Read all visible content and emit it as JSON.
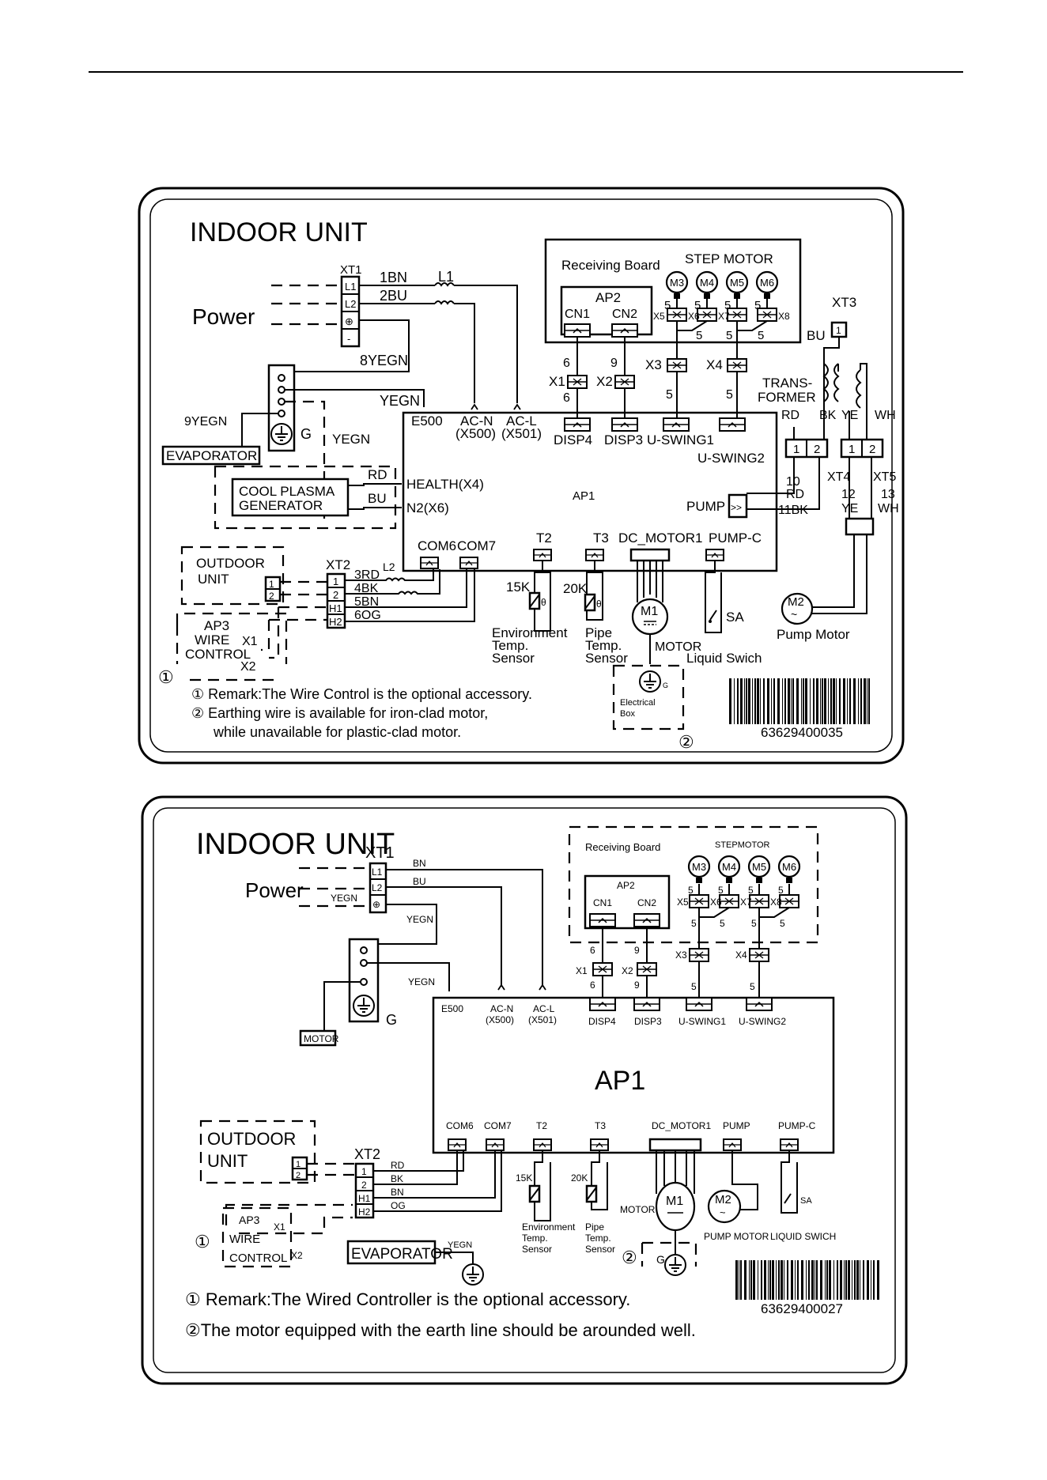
{
  "d1": {
    "title": "INDOOR UNIT",
    "power": "Power",
    "xt1": "XT1",
    "xt1_terms": [
      "L1",
      "L2",
      "⊕",
      "-"
    ],
    "wire_1bn": "1BN",
    "wire_2bu": "2BU",
    "l1": "L1",
    "wire_8yegn": "8YEGN",
    "wire_9yegn": "9YEGN",
    "yegn": "YEGN",
    "yegn2": "YEGN",
    "g": "G",
    "evaporator": "EVAPORATOR",
    "cool_plasma": [
      "COOL PLASMA",
      "GENERATOR"
    ],
    "rd": "RD",
    "bu": "BU",
    "health": "HEALTH(X4)",
    "n2": "N2(X6)",
    "e500": "E500",
    "acn": [
      "AC-N",
      "(X500)"
    ],
    "acl": [
      "AC-L",
      "(X501)"
    ],
    "receiving_board": "Receiving Board",
    "step_motor": "STEP MOTOR",
    "motors": [
      "M3",
      "M4",
      "M5",
      "M6"
    ],
    "ap2": "AP2",
    "cn1": "CN1",
    "cn2": "CN2",
    "x5": "X5",
    "x6": "X6",
    "x7": "X7",
    "x8": "X8",
    "x1": "X1",
    "x2": "X2",
    "x3": "X3",
    "x4": "X4",
    "five": "5",
    "six": "6",
    "nine": "9",
    "disp4": "DISP4",
    "disp3": "DISP3",
    "uswing1": "U-SWING1",
    "uswing2": "U-SWING2",
    "transformer": [
      "TRANS-",
      "FORMER"
    ],
    "xt3": "XT3",
    "bu_xt3": "BU",
    "rd2": "RD",
    "bk": "BK",
    "ye": "YE",
    "wh": "WH",
    "one": "1",
    "two": "2",
    "xt4": "XT4",
    "xt5": "XT5",
    "w10rd": [
      "10",
      "RD"
    ],
    "w11bk": "11BK",
    "w12ye": [
      "12",
      "YE"
    ],
    "w13wh": [
      "13",
      "WH"
    ],
    "ap1": "AP1",
    "pump": "PUMP",
    "com6": "COM6",
    "com7": "COM7",
    "t2": "T2",
    "t3": "T3",
    "dc_motor1": "DC_MOTOR1",
    "pump_c": "PUMP-C",
    "outdoor_unit": [
      "OUTDOOR",
      "UNIT"
    ],
    "xt2": "XT2",
    "xt2_terms": [
      "1",
      "2",
      "H1",
      "H2"
    ],
    "w3rd": "3RD",
    "w4bk": "4BK",
    "w5bn": "5BN",
    "w6og": "6OG",
    "l2": "L2",
    "ap3": [
      "AP3",
      "WIRE",
      "CONTROL"
    ],
    "x1b": "X1",
    "x2b": "X2",
    "circle1": "①",
    "circle2": "②",
    "k15": "15K",
    "k20": "20K",
    "env_sensor": [
      "Environment",
      "Temp.",
      "Sensor"
    ],
    "pipe_sensor": [
      "Pipe",
      "Temp.",
      "Sensor"
    ],
    "m1": "M1",
    "motor": "MOTOR",
    "sa": "SA",
    "liquid": "Liquid Swich",
    "m2": "M2",
    "pump_motor": "Pump Motor",
    "elec_box": [
      "Electrical",
      "Box"
    ],
    "remark1": "① Remark:The Wire Control is the optional accessory.",
    "remark2a": "② Earthing wire is available for iron-clad motor,",
    "remark2b": "while unavailable for plastic-clad motor.",
    "barcode": "63629400035"
  },
  "d2": {
    "title": "INDOOR UNIT",
    "power": "Power",
    "xt1": "XT1",
    "xt1_terms": [
      "L1",
      "L2",
      "⊕"
    ],
    "bn": "BN",
    "bu": "BU",
    "yegn": "YEGN",
    "yegn2": "YEGN",
    "yegn3": "YEGN",
    "yegn4": "YEGN",
    "g": "G",
    "motor_box": "MOTOR",
    "e500": "E500",
    "acn": [
      "AC-N",
      "(X500)"
    ],
    "acl": [
      "AC-L",
      "(X501)"
    ],
    "receiving_board": "Receiving Board",
    "step_motor": "STEPMOTOR",
    "motors": [
      "M3",
      "M4",
      "M5",
      "M6"
    ],
    "ap2": "AP2",
    "cn1": "CN1",
    "cn2": "CN2",
    "x5": "X5",
    "x6": "X6",
    "x7": "X7",
    "x8": "X8",
    "x1": "X1",
    "x2": "X2",
    "x3": "X3",
    "x4": "X4",
    "five": "5",
    "six": "6",
    "nine": "9",
    "disp4": "DISP4",
    "disp3": "DISP3",
    "uswing1": "U-SWING1",
    "uswing2": "U-SWING2",
    "ap1": "AP1",
    "com6": "COM6",
    "com7": "COM7",
    "t2": "T2",
    "t3": "T3",
    "dc_motor1": "DC_MOTOR1",
    "pump": "PUMP",
    "pump_c": "PUMP-C",
    "outdoor_unit": [
      "OUTDOOR",
      "UNIT"
    ],
    "xt2": "XT2",
    "xt2_terms": [
      "1",
      "2",
      "H1",
      "H2"
    ],
    "rd": "RD",
    "bk": "BK",
    "bn2": "BN",
    "og": "OG",
    "ap3": [
      "AP3",
      "WIRE",
      "CONTROL"
    ],
    "x1b": "X1",
    "x2b": "X2",
    "circle1": "①",
    "circle2": "②",
    "k15": "15K",
    "k20": "20K",
    "env_sensor": [
      "Environment",
      "Temp.",
      "Sensor"
    ],
    "pipe_sensor": [
      "Pipe",
      "Temp.",
      "Sensor"
    ],
    "m1": "M1",
    "motor": "MOTOR",
    "m2": "M2",
    "pump_motor": "PUMP MOTOR",
    "sa": "SA",
    "liquid": "LIQUID SWICH",
    "evaporator": "EVAPORATOR",
    "remark1": "① Remark:The Wired Controller is the optional accessory.",
    "remark2": "②The motor equipped with the earth line should be arounded well.",
    "barcode": "63629400027"
  }
}
